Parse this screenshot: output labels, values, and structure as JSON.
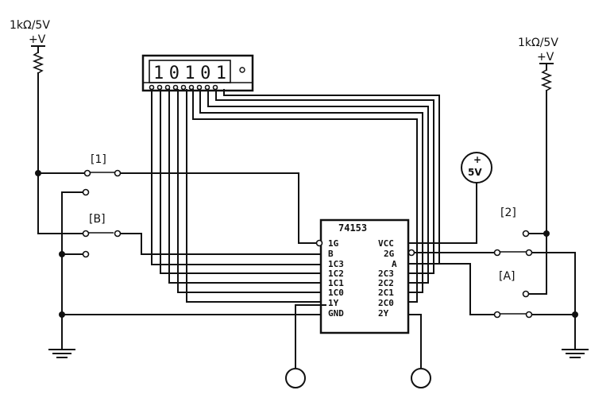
{
  "diagram": {
    "left_pullup": {
      "resistor_label": "1kΩ/5V",
      "supply_label": "+V"
    },
    "right_pullup": {
      "resistor_label": "1kΩ/5V",
      "supply_label": "+V"
    },
    "display": {
      "readout": "10101"
    },
    "switches": {
      "sw1": "[1]",
      "swB": "[B]",
      "sw2": "[2]",
      "swA": "[A]"
    },
    "source": {
      "label": "5V",
      "sign": "+"
    },
    "chip": {
      "name": "74153",
      "left_pins": [
        "1G",
        "B",
        "1C3",
        "1C2",
        "1C1",
        "1C0",
        "1Y",
        "GND"
      ],
      "right_pins": [
        "VCC",
        "2G",
        "A",
        "2C3",
        "2C2",
        "2C1",
        "2C0",
        "2Y"
      ]
    }
  }
}
